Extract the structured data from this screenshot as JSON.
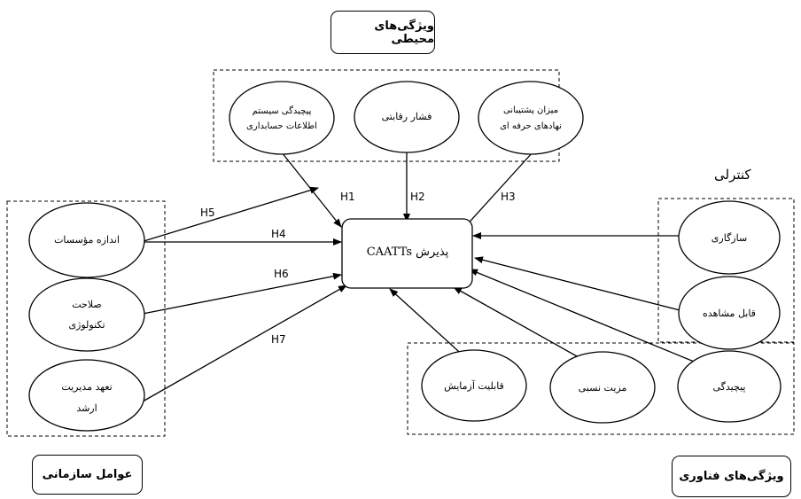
{
  "groups": {
    "environment": "ویژگی‌های محیطی",
    "organizational": "عوامل سازمانی",
    "technology": "ویژگی‌های فناوری",
    "control": "کنترلی"
  },
  "center": "پذیرش CAATTs",
  "nodes": {
    "complexity_ais_1": "پیچیدگی سیستم",
    "complexity_ais_2": "اطلاعات حسابداری",
    "competitive_pressure": "فشار رقابتی",
    "prof_support_1": "میزان پشتیبانی",
    "prof_support_2": "نهادهای حرفه ای",
    "org_size": "اندازه مؤسسات",
    "tech_comp_1": "صلاحت",
    "tech_comp_2": "تکنولوژی",
    "mgmt_1": "تعهد مدیریت",
    "mgmt_2": "ارشد",
    "compatibility": "سازگاری",
    "observability": "قابل مشاهده",
    "trialability": "قابلیت آزمایش",
    "relative_advantage": "مزیت نسبی",
    "complexity": "پیچیدگی"
  },
  "hypotheses": {
    "h1": "H1",
    "h2": "H2",
    "h3": "H3",
    "h4": "H4",
    "h5": "H5",
    "h6": "H6",
    "h7": "H7"
  }
}
